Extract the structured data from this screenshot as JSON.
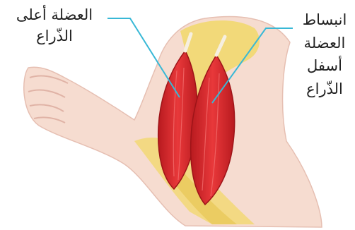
{
  "labels": {
    "upper_arm_muscle": {
      "line1": "العضلة أعلى",
      "line2": "الذّراع"
    },
    "lower_arm_relaxation": {
      "line1": "انبساط",
      "line2": "العضلة",
      "line3": "أسفل",
      "line4": "الذّراع"
    }
  },
  "colors": {
    "leader_line": "#38b8d6",
    "muscle": "#d9262b",
    "bone": "#f1d86a",
    "skin": "#f6dcd0"
  }
}
